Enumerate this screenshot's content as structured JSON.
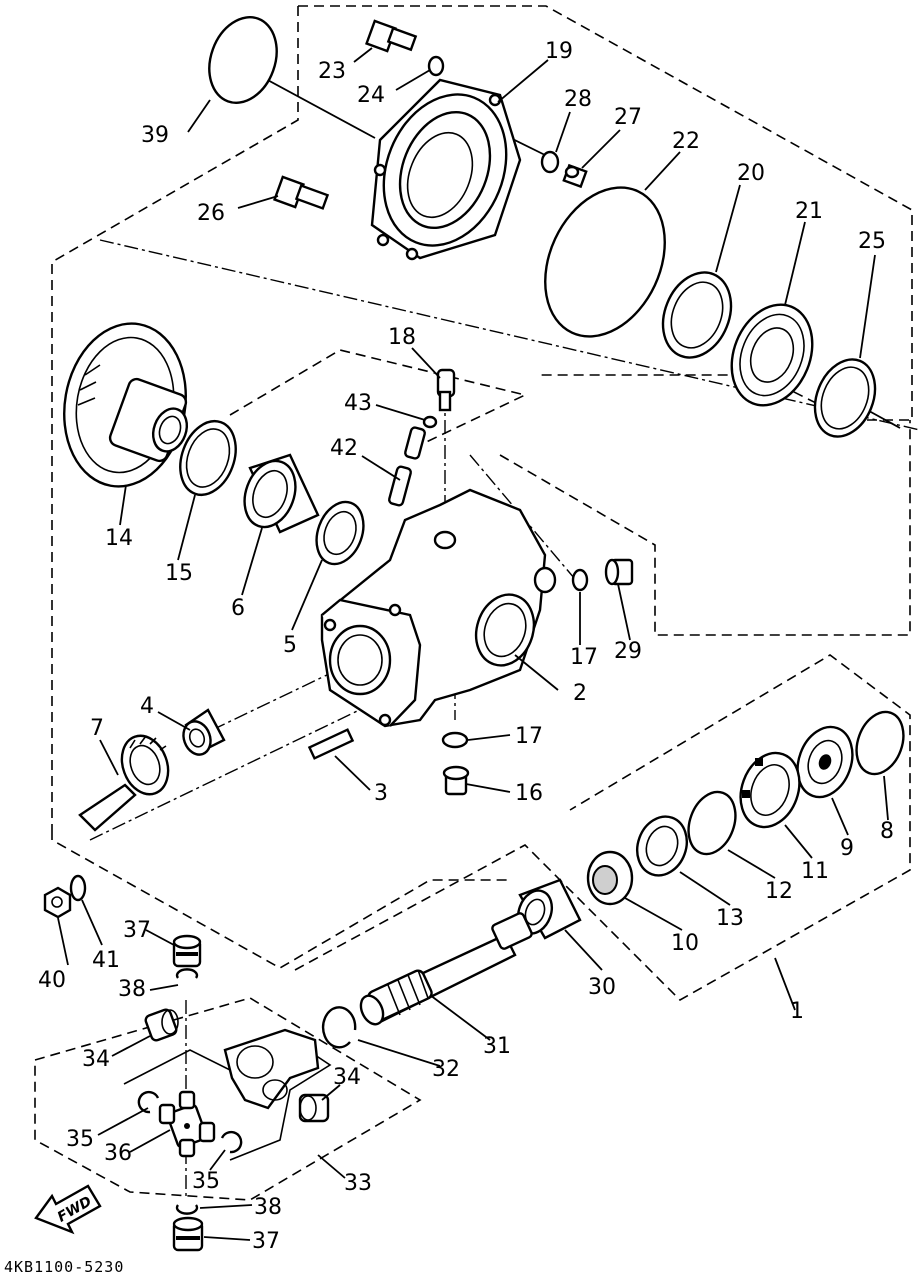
{
  "diagram": {
    "reference_code": "4KB1100-5230",
    "direction_label": "FWD",
    "callouts": [
      "1",
      "2",
      "3",
      "4",
      "5",
      "6",
      "7",
      "8",
      "9",
      "10",
      "11",
      "12",
      "13",
      "14",
      "15",
      "16",
      "17",
      "17",
      "18",
      "19",
      "20",
      "21",
      "22",
      "23",
      "24",
      "25",
      "26",
      "27",
      "28",
      "29",
      "30",
      "31",
      "32",
      "33",
      "34",
      "34",
      "35",
      "35",
      "36",
      "37",
      "37",
      "38",
      "38",
      "39",
      "40",
      "41",
      "42",
      "43"
    ]
  }
}
